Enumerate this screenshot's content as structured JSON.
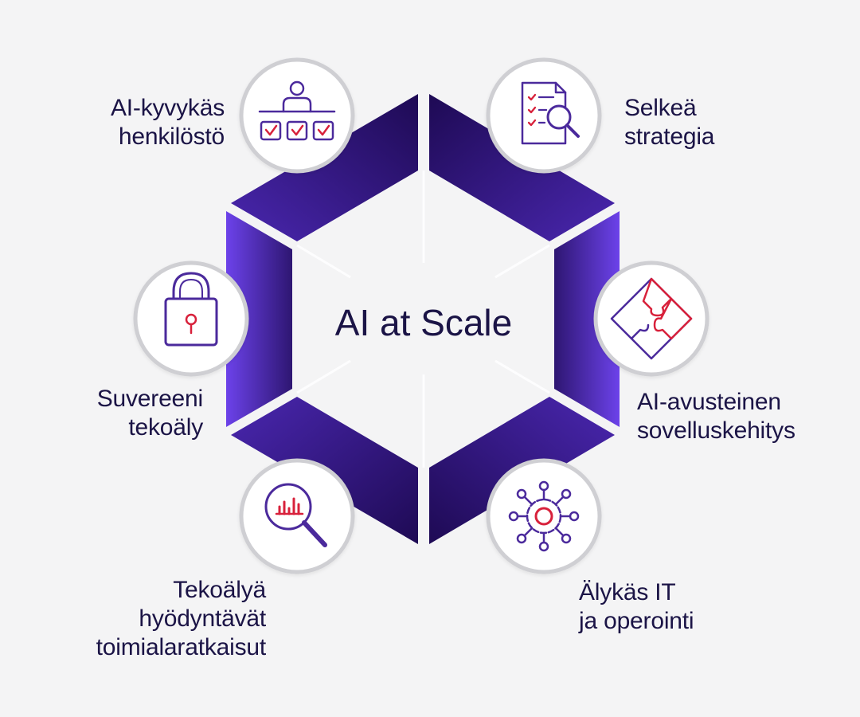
{
  "center_title": "AI at Scale",
  "colors": {
    "background": "#f4f4f5",
    "hex_dark": "#1e0a54",
    "hex_light": "#6a3ee8",
    "text": "#1b1446",
    "icon_purple": "#4b2a9c",
    "icon_red": "#d8213b",
    "circle_ring": "#cfcfd3",
    "circle_fill": "#ffffff"
  },
  "items": [
    {
      "id": "staff",
      "icon": "presenter-checklist-icon",
      "lines": [
        "AI-kyvykäs",
        "henkilöstö"
      ]
    },
    {
      "id": "strategy",
      "icon": "document-search-icon",
      "lines": [
        "Selkeä",
        "strategia"
      ]
    },
    {
      "id": "sovereign",
      "icon": "padlock-icon",
      "lines": [
        "Suvereeni",
        "tekoäly"
      ]
    },
    {
      "id": "dev",
      "icon": "puzzle-icon",
      "lines": [
        "AI-avusteinen",
        "sovelluskehitys"
      ]
    },
    {
      "id": "industry",
      "icon": "magnifier-chart-icon",
      "lines": [
        "Tekoälyä",
        "hyödyntävät",
        "toimialaratkaisut"
      ]
    },
    {
      "id": "it",
      "icon": "network-gear-icon",
      "lines": [
        "Älykäs IT",
        "ja operointi"
      ]
    }
  ]
}
